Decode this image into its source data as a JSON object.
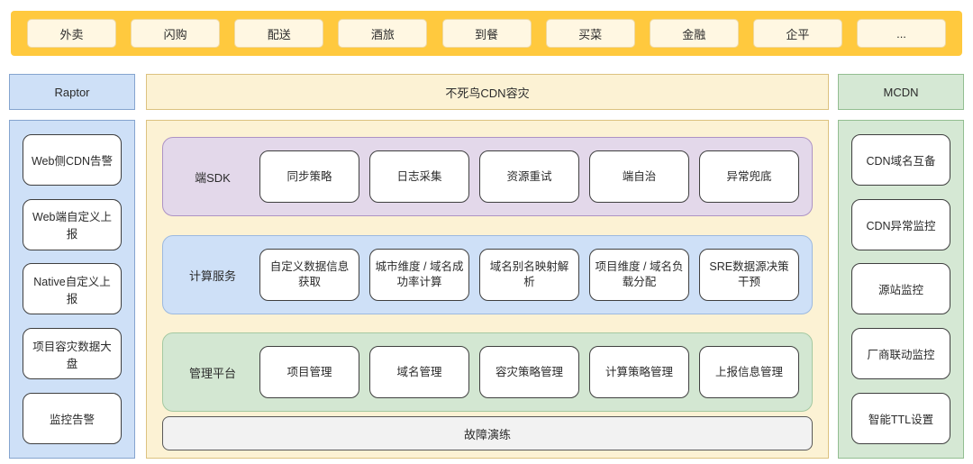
{
  "top_bar": {
    "tabs": [
      "外卖",
      "闪购",
      "配送",
      "酒旅",
      "到餐",
      "买菜",
      "金融",
      "企平",
      "..."
    ]
  },
  "headers": {
    "left": "Raptor",
    "middle": "不死鸟CDN容灾",
    "right": "MCDN"
  },
  "left_panel": {
    "items": [
      "Web侧CDN告警",
      "Web端自定义上报",
      "Native自定义上报",
      "项目容灾数据大盘",
      "监控告警"
    ]
  },
  "middle_panel": {
    "rows": [
      {
        "label": "端SDK",
        "items": [
          "同步策略",
          "日志采集",
          "资源重试",
          "端自治",
          "异常兜底"
        ]
      },
      {
        "label": "计算服务",
        "items": [
          "自定义数据信息获取",
          "城市维度 / 域名成功率计算",
          "域名别名映射解析",
          "项目维度 / 域名负载分配",
          "SRE数据源决策干预"
        ]
      },
      {
        "label": "管理平台",
        "items": [
          "项目管理",
          "域名管理",
          "容灾策略管理",
          "计算策略管理",
          "上报信息管理"
        ]
      }
    ],
    "footer": "故障演练"
  },
  "right_panel": {
    "items": [
      "CDN域名互备",
      "CDN异常监控",
      "源站监控",
      "厂商联动监控",
      "智能TTL设置"
    ]
  },
  "colors": {
    "topbar_bg": "#FFC93E",
    "tab_bg": "#FFF7E2",
    "blue_fill": "#CEE0F7",
    "blue_border": "#85A4CF",
    "yellow_fill": "#FCF2D4",
    "yellow_border": "#DCC280",
    "green_fill": "#D5E8D4",
    "green_border": "#93BE91",
    "purple_fill": "#E3D8EA",
    "purple_border": "#AD93C5",
    "gray_fill": "#F2F2F2",
    "box_border": "#3F3F3F"
  }
}
